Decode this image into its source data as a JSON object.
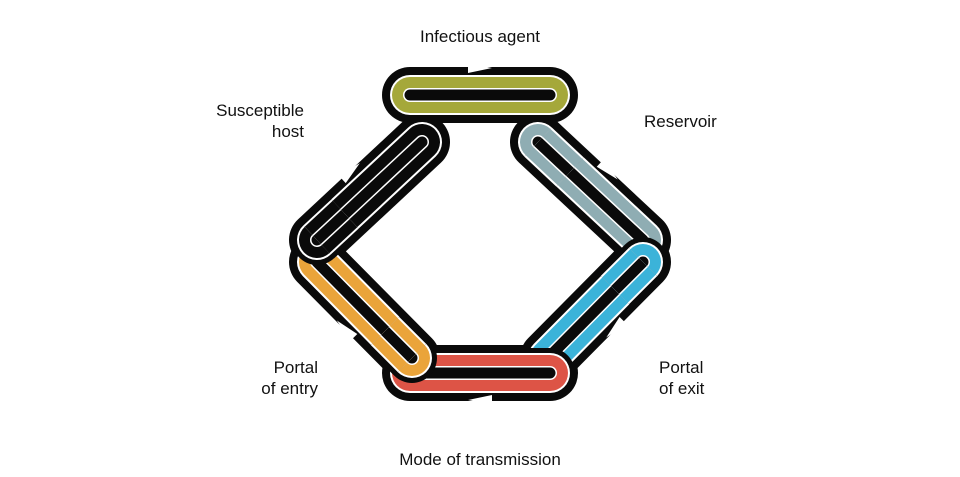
{
  "labels": {
    "agent": "Infectious agent",
    "reservoir": "Reservoir",
    "exit": [
      "Portal",
      "of exit"
    ],
    "mode": "Mode of transmission",
    "entry": [
      "Portal",
      "of entry"
    ],
    "host": [
      "Susceptible",
      "host"
    ]
  },
  "colors": {
    "agent": "#a5a83a",
    "reservoir": "#8fadb3",
    "exit": "#3bb3d9",
    "mode": "#dd5446",
    "entry": "#eaa43a",
    "host": "#0a0a0a",
    "outline": "#0a0a0a",
    "edge": "#ffffff",
    "arrow": "#ffffff"
  }
}
